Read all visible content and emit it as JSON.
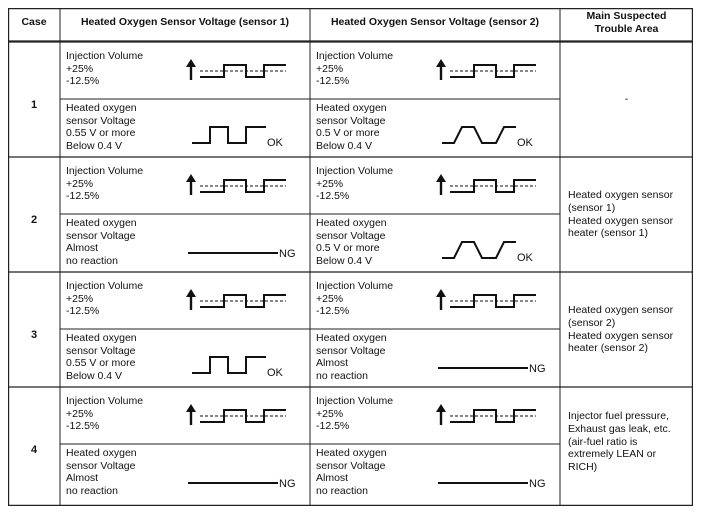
{
  "headers": {
    "case": "Case",
    "sensor1": "Heated Oxygen Sensor Voltage (sensor 1)",
    "sensor2": "Heated Oxygen Sensor Voltage (sensor 2)",
    "trouble": "Main Suspected\nTrouble Area"
  },
  "injection_text": "Injection Volume\n+25%\n-12.5%",
  "rows": [
    {
      "case": "1",
      "s1_text": "Heated oxygen\nsensor Voltage\n0.55 V or more\nBelow 0.4 V",
      "s1_result": "OK",
      "s2_text": "Heated oxygen\nsensor Voltage\n0.5 V or more\nBelow 0.4 V",
      "s2_result": "OK",
      "trouble": "-"
    },
    {
      "case": "2",
      "s1_text": "Heated oxygen\nsensor Voltage\nAlmost\nno reaction",
      "s1_result": "NG",
      "s2_text": "Heated oxygen\nsensor Voltage\n0.5 V or more\nBelow 0.4 V",
      "s2_result": "OK",
      "trouble": "Heated oxygen sensor\n(sensor 1)\nHeated oxygen sensor\nheater (sensor 1)"
    },
    {
      "case": "3",
      "s1_text": "Heated oxygen\nsensor Voltage\n0.55 V or more\nBelow 0.4 V",
      "s1_result": "OK",
      "s2_text": "Heated oxygen\nsensor Voltage\nAlmost\nno reaction",
      "s2_result": "NG",
      "trouble": "Heated oxygen sensor\n(sensor 2)\nHeated oxygen sensor\nheater (sensor 2)"
    },
    {
      "case": "4",
      "s1_text": "Heated oxygen\nsensor Voltage\nAlmost\nno reaction",
      "s1_result": "NG",
      "s2_text": "Heated oxygen\nsensor Voltage\nAlmost\nno reaction",
      "s2_result": "NG",
      "trouble": "Injector fuel pressure,\nExhaust gas leak, etc.\n(air-fuel ratio is\nextremely LEAN or\nRICH)"
    }
  ]
}
